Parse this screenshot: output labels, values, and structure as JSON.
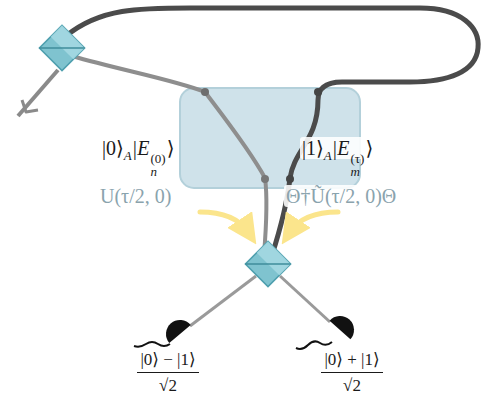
{
  "diagram": {
    "labels": [
      "|0⟩",
      "A",
      "|E",
      "(0)",
      "n",
      "⟩",
      "|1⟩",
      "A",
      "|E",
      "(τ)",
      "m",
      "⟩",
      "U(τ/2, 0)",
      "Θ†Ũ(τ/2, 0)Θ",
      "|0⟩ − |1⟩",
      "√2",
      "|0⟩ + |1⟩",
      "√2"
    ]
  }
}
